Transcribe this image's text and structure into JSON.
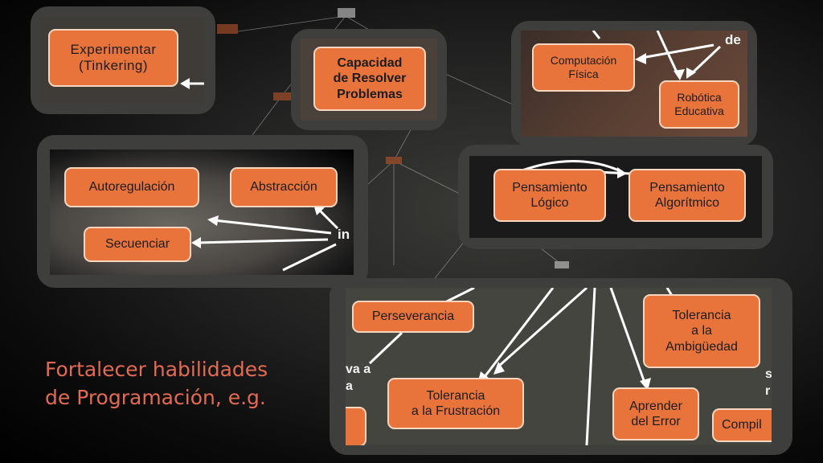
{
  "panels": {
    "experimentar": {
      "label": "Experimentar\n(Tinkering)"
    },
    "capacidad": {
      "label": "Capacidad\nde Resolver\nProblemas"
    },
    "computacion": {
      "computacion_label": "Computación\nFísica",
      "robotica_label": "Robótica\nEducativa",
      "fragment": "de"
    },
    "autoregulacion": {
      "autoregulacion_label": "Autoregulación",
      "abstraccion_label": "Abstracción",
      "secuenciar_label": "Secuenciar",
      "fragment": "in"
    },
    "pensamiento": {
      "logico_label": "Pensamiento\nLógico",
      "algoritmico_label": "Pensamiento\nAlgorítmico"
    },
    "perseverancia": {
      "perseverancia_label": "Perseverancia",
      "tolerancia_ambiguedad_label": "Tolerancia\na la\nAmbigüedad",
      "tolerancia_frustracion_label": "Tolerancia\na la Frustración",
      "aprender_error_label": "Aprender\ndel Error",
      "compil_label": "Compil",
      "fragment_left": "va a\na",
      "fragment_right": "s\nr"
    }
  },
  "caption": "Fortalecer habilidades\nde Programación, e.g.",
  "colors": {
    "node_fill": "#e8743b",
    "node_border": "#f6d6bf",
    "panel": "#3e3e3c",
    "caption": "#e36a53"
  }
}
